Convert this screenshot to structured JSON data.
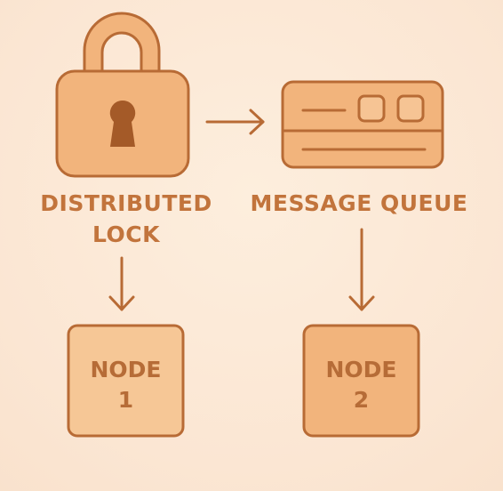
{
  "diagram": {
    "nodes": {
      "lock": {
        "label_line1": "DISTRIBUTED",
        "label_line2": "LOCK",
        "icon": "padlock-icon"
      },
      "queue": {
        "label": "MESSAGE QUEUE",
        "icon": "message-queue-icon"
      },
      "node1": {
        "line1": "NODE",
        "line2": "1"
      },
      "node2": {
        "line1": "NODE",
        "line2": "2"
      }
    },
    "edges": [
      {
        "from": "lock",
        "to": "queue"
      },
      {
        "from": "lock",
        "to": "node1"
      },
      {
        "from": "queue",
        "to": "node2"
      }
    ]
  },
  "colors": {
    "background": "#fbe8d6",
    "fill": "#f2b47c",
    "fill_light": "#f6c494",
    "stroke": "#b86b35",
    "text": "#c2743c"
  }
}
